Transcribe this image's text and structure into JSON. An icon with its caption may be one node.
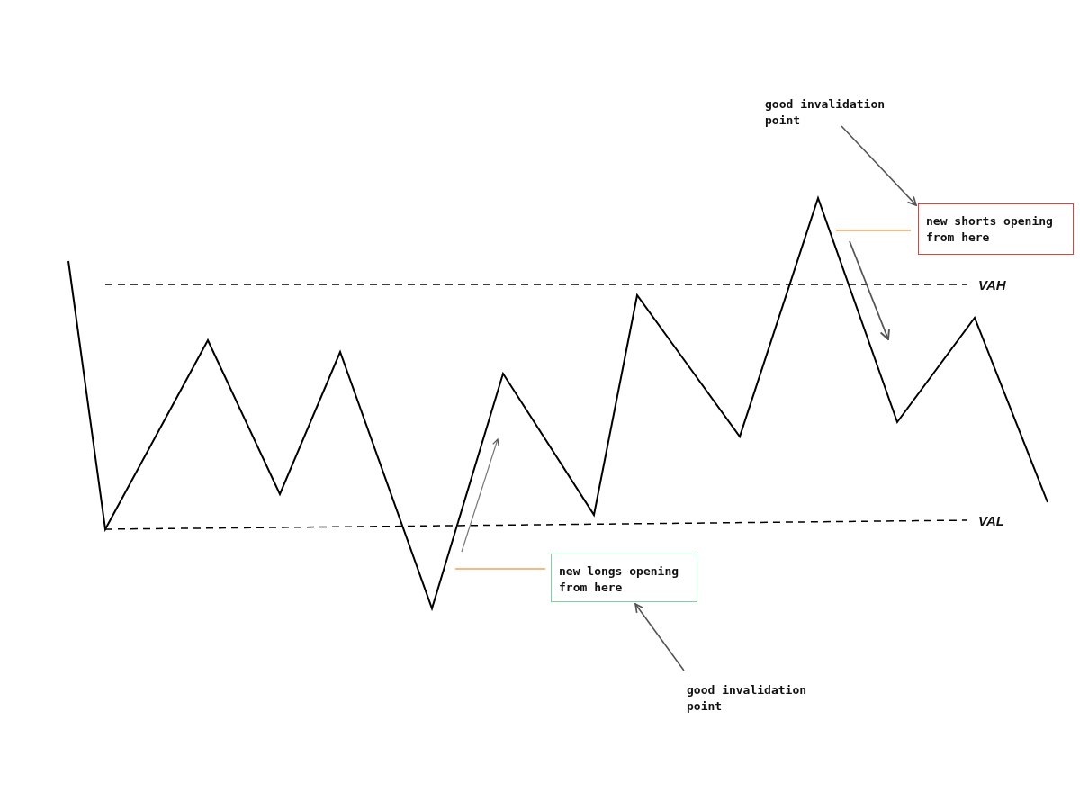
{
  "diagram": {
    "nodes": [
      {
        "text": [
          "good invalidation point"
        ]
      },
      {
        "text": [
          "new shorts opening from here"
        ]
      },
      {
        "text": [
          "new longs opening from here"
        ]
      },
      {
        "text": [
          "good invalidation point"
        ]
      }
    ],
    "edges": [
      {
        "from": 0,
        "to": 1,
        "arrow": "to",
        "color": "#555555"
      },
      {
        "from": 1,
        "to": null,
        "arrow": "none",
        "color": "#f5a05a"
      },
      {
        "from": 2,
        "to": null,
        "arrow": "none",
        "color": "#f5a05a"
      },
      {
        "from": 3,
        "to": 2,
        "arrow": "to",
        "color": "#555555"
      }
    ],
    "labels": [
      "VAH",
      "VAL"
    ]
  }
}
